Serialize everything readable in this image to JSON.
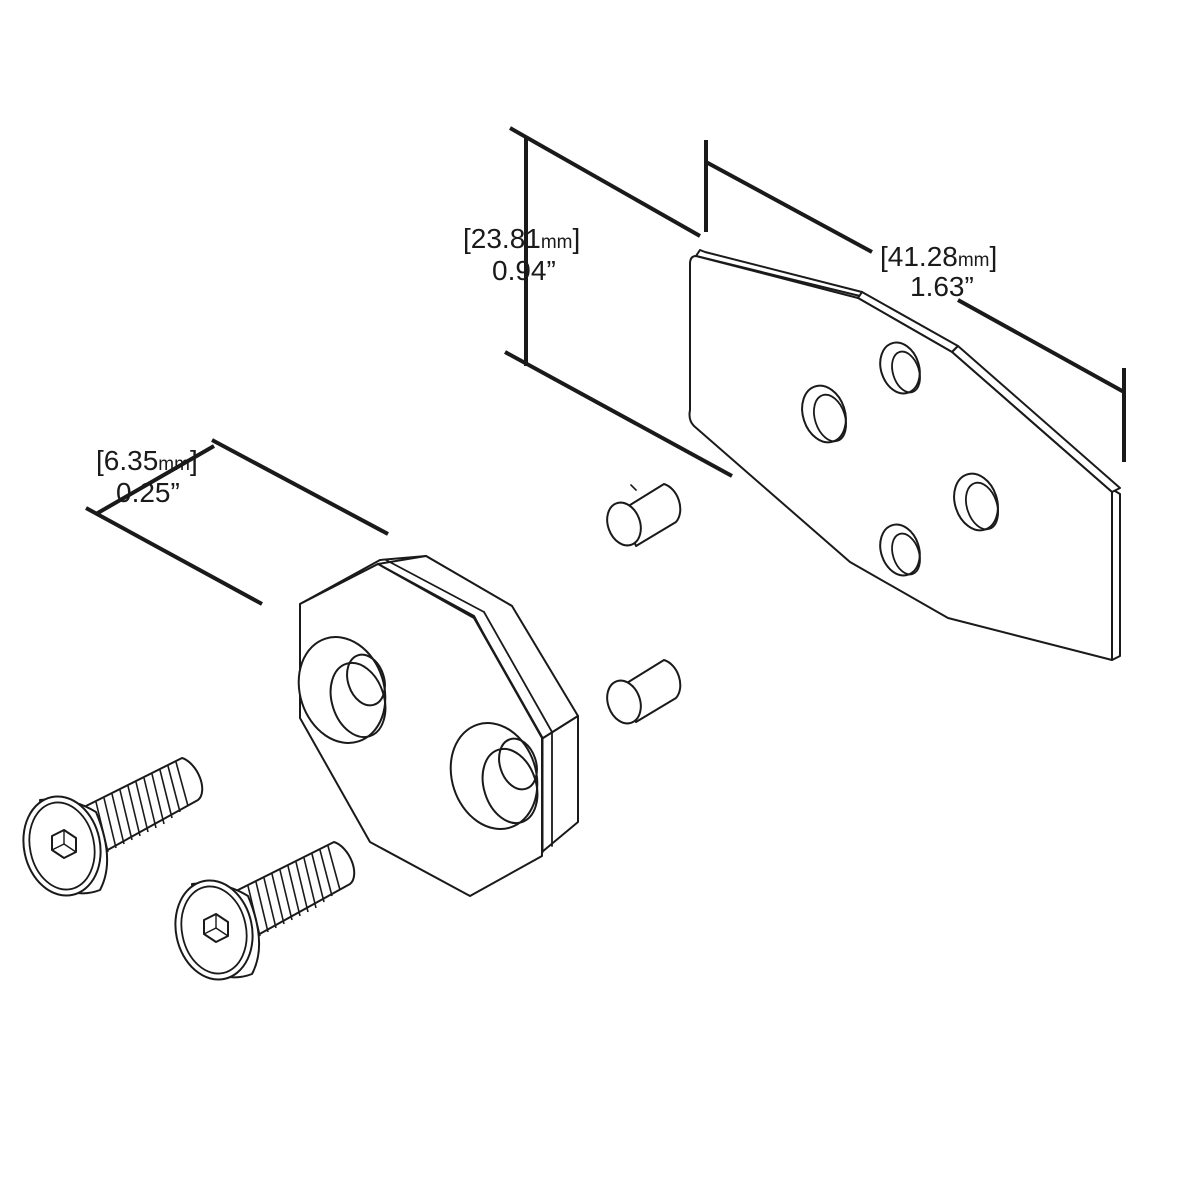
{
  "dimensions": {
    "height": {
      "bracket_open": "[",
      "value_mm": "23.81",
      "unit": "mm",
      "bracket_close": "]",
      "value_in": "0.94”"
    },
    "width": {
      "bracket_open": "[",
      "value_mm": "41.28",
      "unit": "mm",
      "bracket_close": "]",
      "value_in": "1.63”"
    },
    "thickness": {
      "bracket_open": "[",
      "value_mm": "6.35",
      "unit": "mm",
      "bracket_close": "]",
      "value_in": "0.25”"
    }
  },
  "parts": [
    "backing-plate",
    "octagon-mount",
    "dowel-pin",
    "dowel-pin",
    "flat-head-screw",
    "flat-head-screw"
  ],
  "colors": {
    "ink": "#1a1a1a",
    "background": "#ffffff"
  }
}
